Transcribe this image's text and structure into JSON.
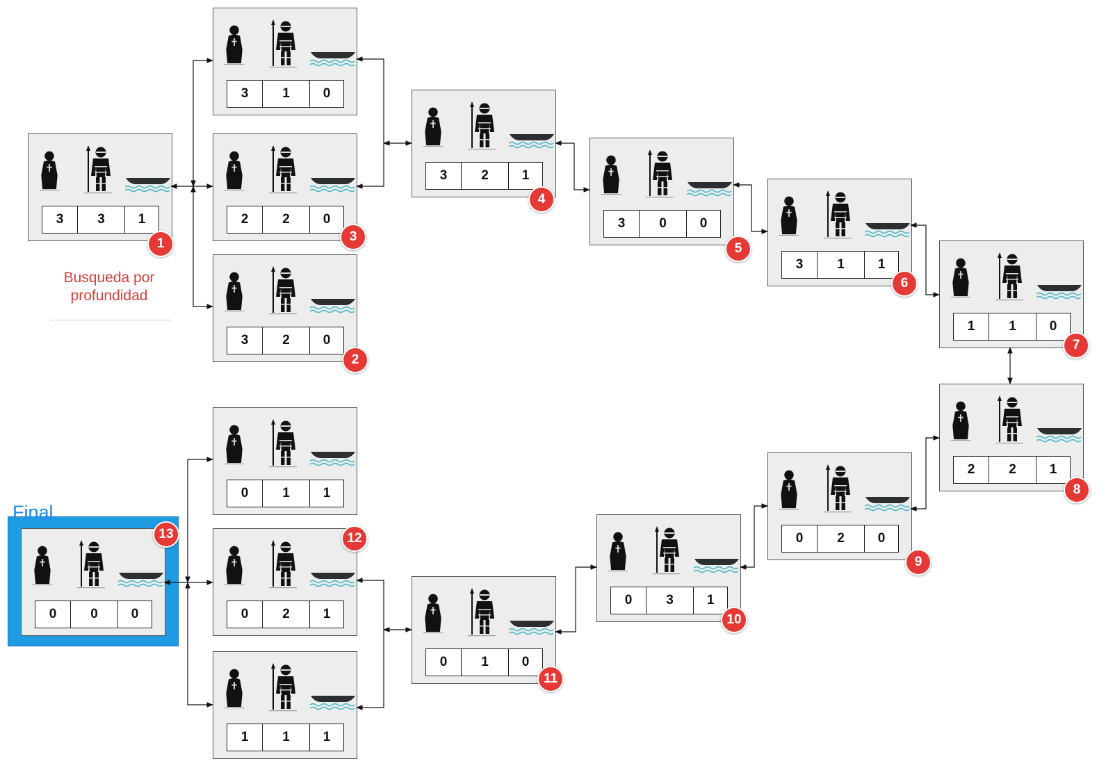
{
  "caption": "Busqueda por profundidad",
  "final_label": "Final",
  "icons": {
    "missionary": "missionary-icon",
    "cannibal": "cannibal-icon",
    "boat": "boat-icon",
    "water": "water-waves-icon"
  },
  "colors": {
    "badge": "#e53935",
    "final_frame": "#1e9be2",
    "caption": "#d9403a",
    "final_label": "#1e88e5",
    "water": "#4fb8c9",
    "node_bg": "#ededed"
  },
  "nodes": [
    {
      "id": "n1",
      "state": [
        "3",
        "3",
        "1"
      ],
      "badge": "1"
    },
    {
      "id": "n2",
      "state": [
        "3",
        "2",
        "0"
      ],
      "badge": "2"
    },
    {
      "id": "n3",
      "state": [
        "2",
        "2",
        "0"
      ],
      "badge": "3"
    },
    {
      "id": "na",
      "state": [
        "3",
        "1",
        "0"
      ],
      "badge": ""
    },
    {
      "id": "n4",
      "state": [
        "3",
        "2",
        "1"
      ],
      "badge": "4"
    },
    {
      "id": "n5",
      "state": [
        "3",
        "0",
        "0"
      ],
      "badge": "5"
    },
    {
      "id": "n6",
      "state": [
        "3",
        "1",
        "1"
      ],
      "badge": "6"
    },
    {
      "id": "n7",
      "state": [
        "1",
        "1",
        "0"
      ],
      "badge": "7"
    },
    {
      "id": "n8",
      "state": [
        "2",
        "2",
        "1"
      ],
      "badge": "8"
    },
    {
      "id": "n9",
      "state": [
        "0",
        "2",
        "0"
      ],
      "badge": "9"
    },
    {
      "id": "n10",
      "state": [
        "0",
        "3",
        "1"
      ],
      "badge": "10"
    },
    {
      "id": "n11",
      "state": [
        "0",
        "1",
        "0"
      ],
      "badge": "11"
    },
    {
      "id": "n12",
      "state": [
        "0",
        "2",
        "1"
      ],
      "badge": "12"
    },
    {
      "id": "nb",
      "state": [
        "0",
        "1",
        "1"
      ],
      "badge": ""
    },
    {
      "id": "nc",
      "state": [
        "1",
        "1",
        "1"
      ],
      "badge": ""
    },
    {
      "id": "n13",
      "state": [
        "0",
        "0",
        "0"
      ],
      "badge": "13"
    }
  ],
  "edges": [
    [
      "n1",
      "na"
    ],
    [
      "n1",
      "n3"
    ],
    [
      "n1",
      "n2"
    ],
    [
      "na",
      "n4"
    ],
    [
      "n3",
      "n4"
    ],
    [
      "n4",
      "n5"
    ],
    [
      "n5",
      "n6"
    ],
    [
      "n6",
      "n7"
    ],
    [
      "n7",
      "n8"
    ],
    [
      "n8",
      "n9"
    ],
    [
      "n9",
      "n10"
    ],
    [
      "n10",
      "n11"
    ],
    [
      "n11",
      "n12"
    ],
    [
      "n11",
      "nc"
    ],
    [
      "n13",
      "nb"
    ],
    [
      "n13",
      "n12"
    ],
    [
      "n13",
      "nc"
    ]
  ]
}
